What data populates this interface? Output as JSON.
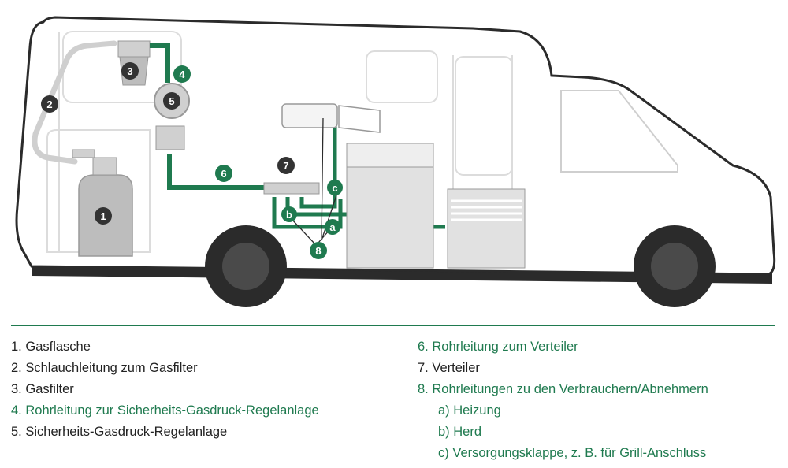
{
  "colors": {
    "pipe": "#1f7a4f",
    "badge_dark": "#333333",
    "badge_green": "#1f7a4f",
    "outline": "#c8c8c8",
    "shadow": "#2b2b2b"
  },
  "badges": {
    "b1": "1",
    "b2": "2",
    "b3": "3",
    "b4": "4",
    "b5": "5",
    "b6": "6",
    "b7": "7",
    "b8": "8",
    "ba": "a",
    "bb": "b",
    "bc": "c"
  },
  "legend_left": [
    {
      "num": "1.",
      "text": "Gasflasche",
      "highlight": false
    },
    {
      "num": "2.",
      "text": "Schlauchleitung zum Gasfilter",
      "highlight": false
    },
    {
      "num": "3.",
      "text": "Gasfilter",
      "highlight": false
    },
    {
      "num": "4.",
      "text": "Rohrleitung zur Sicherheits-Gasdruck-Regelanlage",
      "highlight": true
    },
    {
      "num": "5.",
      "text": "Sicherheits-Gasdruck-Regelanlage",
      "highlight": false
    }
  ],
  "legend_right": [
    {
      "num": "6.",
      "text": "Rohrleitung zum Verteiler",
      "highlight": true
    },
    {
      "num": "7.",
      "text": "Verteiler",
      "highlight": false
    },
    {
      "num": "8.",
      "text": "Rohrleitungen zu den Verbrauchern/Abnehmern",
      "highlight": true
    },
    {
      "num": "a)",
      "text": "Heizung",
      "highlight": true,
      "sub": true
    },
    {
      "num": "b)",
      "text": "Herd",
      "highlight": true,
      "sub": true
    },
    {
      "num": "c)",
      "text": "Versorgungsklappe, z. B. für Grill-Anschluss",
      "highlight": true,
      "sub": true
    }
  ]
}
